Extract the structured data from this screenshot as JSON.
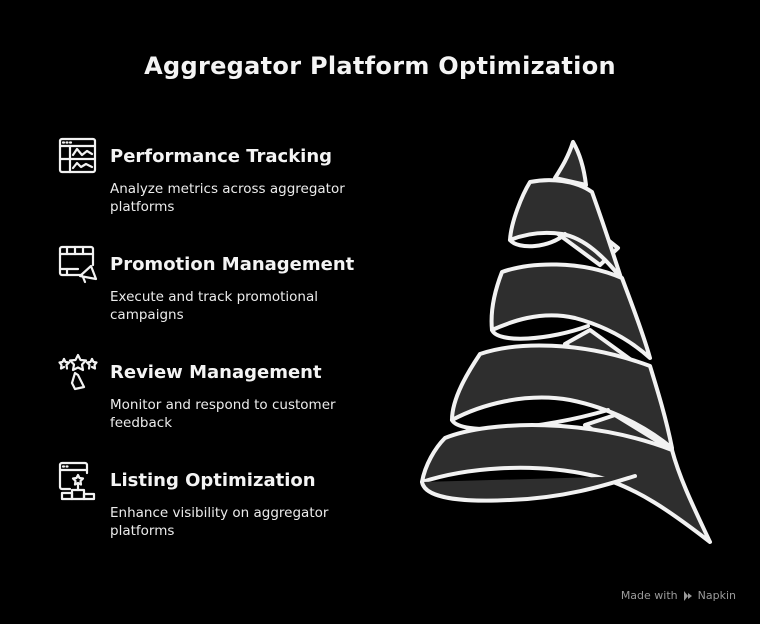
{
  "title": "Aggregator Platform Optimization",
  "colors": {
    "background": "#000000",
    "text": "#f2f2f2",
    "spiral_fill": "#2e2e2e",
    "spiral_stroke": "#f2f2f2",
    "footer_text": "#9a9a9a"
  },
  "items": [
    {
      "icon": "dashboard-chart-icon",
      "heading": "Performance Tracking",
      "description": "Analyze metrics across aggregator platforms"
    },
    {
      "icon": "video-megaphone-icon",
      "heading": "Promotion Management",
      "description": "Execute and track promotional campaigns"
    },
    {
      "icon": "stars-thumbs-up-icon",
      "heading": "Review Management",
      "description": "Monitor and respond to customer feedback"
    },
    {
      "icon": "browser-podium-star-icon",
      "heading": "Listing Optimization",
      "description": "Enhance visibility on aggregator platforms"
    }
  ],
  "graphic": {
    "name": "spiral-cone",
    "turns": 4
  },
  "footer": {
    "made_with": "Made with",
    "brand": "Napkin"
  }
}
